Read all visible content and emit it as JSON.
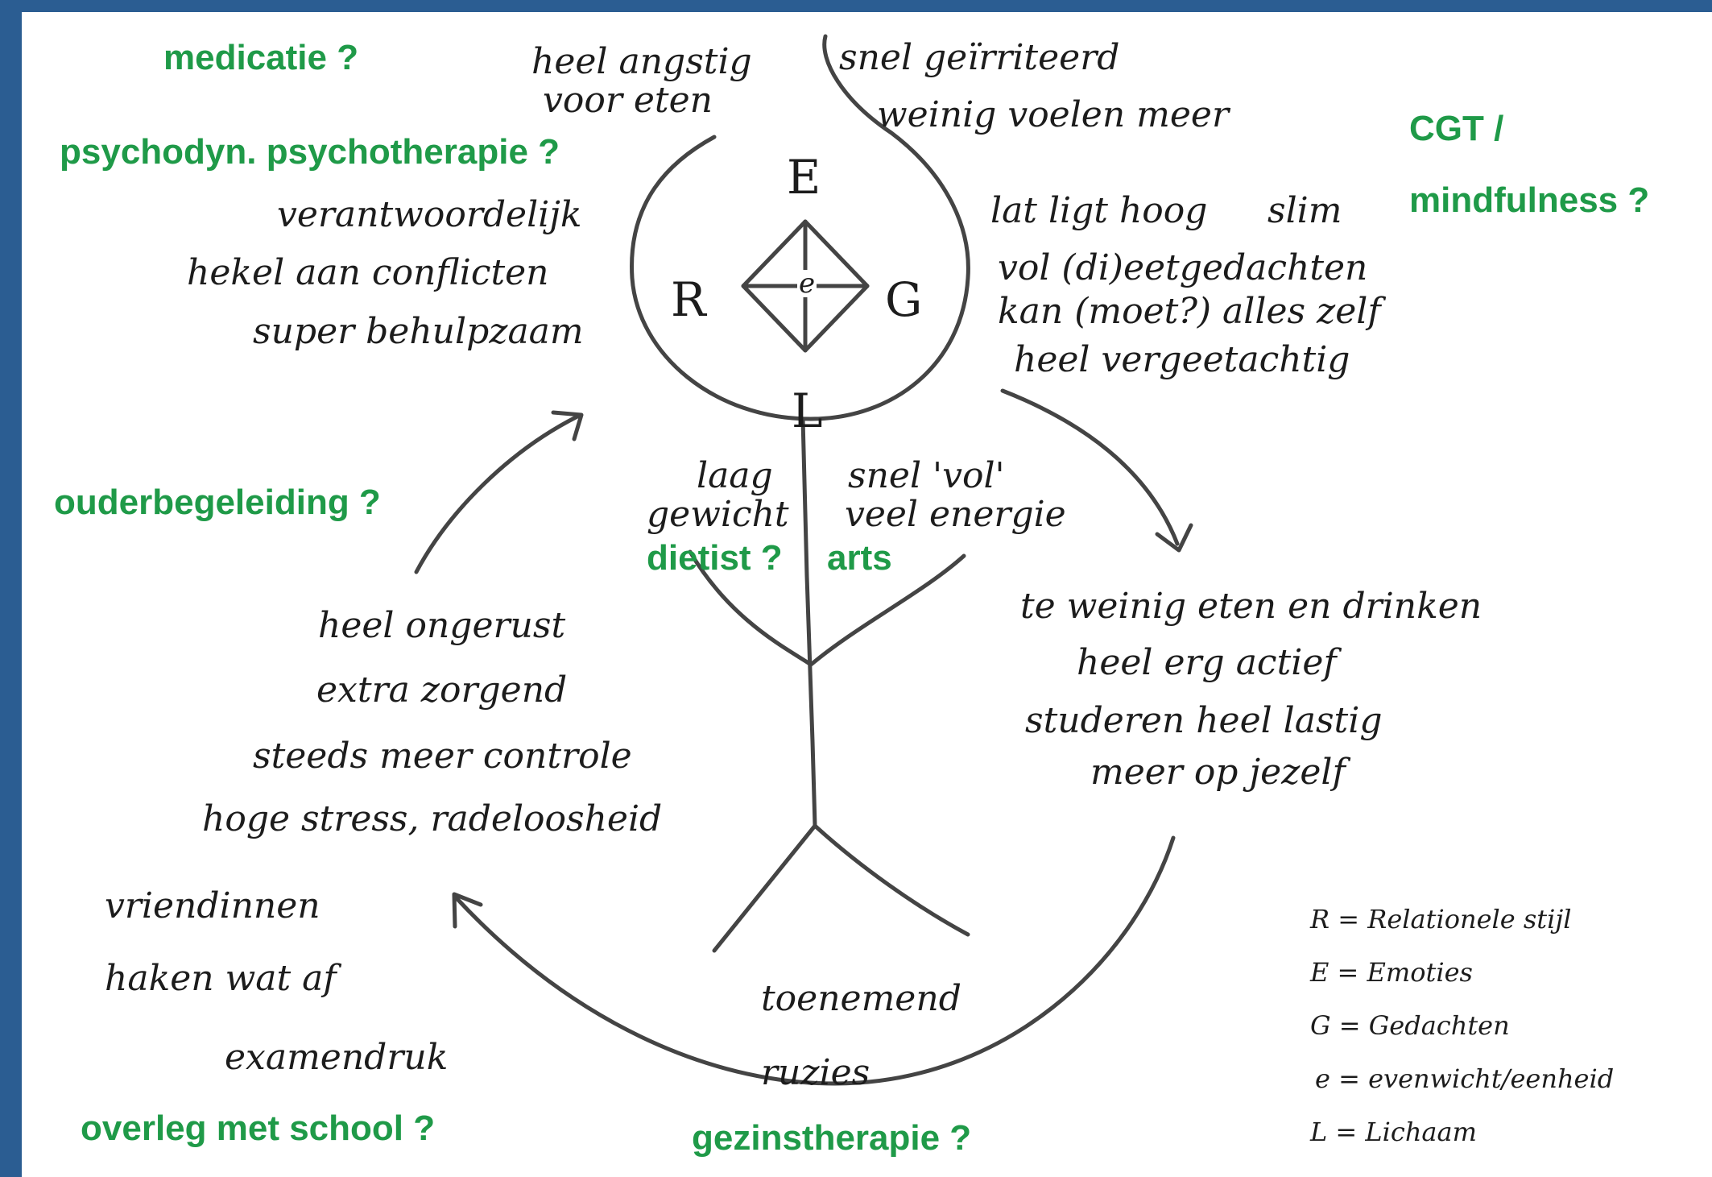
{
  "colors": {
    "frame": "#2b5d92",
    "background": "#ffffff",
    "ink": "#1c1c1c",
    "green": "#1f9a48"
  },
  "model": {
    "top": "E",
    "left": "R",
    "right": "G",
    "bottom": "L",
    "center": "e"
  },
  "emoties": {
    "line1": "heel angstig",
    "line2": "voor eten",
    "line3": "snel geïrriteerd",
    "line4": "weinig voelen meer"
  },
  "relationeel": {
    "items": [
      "verantwoordelijk",
      "hekel aan conflicten",
      "super behulpzaam"
    ]
  },
  "gedachten": {
    "line1a": "lat ligt hoog",
    "line1b": "slim",
    "line2": "vol (di)eetgedachten",
    "line3": "kan (moet?) alles zelf",
    "line4": "heel vergeetachtig"
  },
  "lichaam": {
    "left1": "laag",
    "left2": "gewicht",
    "right1": "snel 'vol'",
    "right2": "veel energie"
  },
  "gedrag": {
    "items": [
      "te weinig eten en drinken",
      "heel erg actief",
      "studeren heel lastig",
      "meer op jezelf"
    ]
  },
  "ouders": {
    "items": [
      "heel ongerust",
      "extra zorgend",
      "steeds meer controle",
      "hoge stress, radeloosheid"
    ]
  },
  "school": {
    "line1": "vriendinnen",
    "line2": "haken wat af",
    "line3": "examendruk"
  },
  "gezin": {
    "line1": "toenemend",
    "line2": "ruzies"
  },
  "interventions": {
    "medicatie": "medicatie ?",
    "psychotherapie": "psychodyn. psychotherapie ?",
    "cgt": "CGT /",
    "mindfulness": "mindfulness ?",
    "ouderbegeleiding": "ouderbegeleiding ?",
    "dietist": "dietist ?",
    "arts": "arts",
    "school": "overleg met school ?",
    "gezinstherapie": "gezinstherapie ?"
  },
  "legend": [
    "R = Relationele stijl",
    "E = Emoties",
    "G = Gedachten",
    "e = evenwicht/eenheid",
    "L = Lichaam"
  ]
}
